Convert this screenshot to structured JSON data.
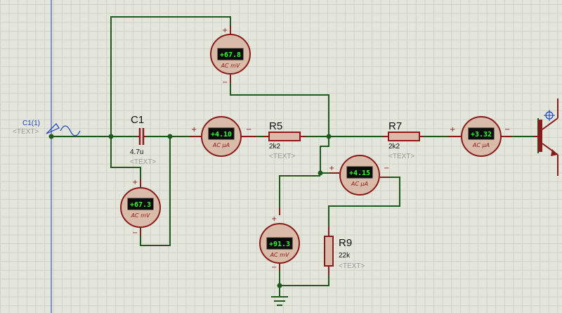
{
  "source": {
    "ref": "C1(1)",
    "placeholder": "<TEXT>"
  },
  "capacitor": {
    "ref": "C1",
    "value": "4.7u",
    "placeholder": "<TEXT>"
  },
  "resistors": [
    {
      "ref": "R5",
      "value": "2k2",
      "placeholder": "<TEXT>"
    },
    {
      "ref": "R7",
      "value": "2k2",
      "placeholder": "<TEXT>"
    },
    {
      "ref": "R9",
      "value": "22k",
      "placeholder": "<TEXT>"
    }
  ],
  "meters": [
    {
      "reading": "+67.8",
      "unit": "AC mV"
    },
    {
      "reading": "+4.10",
      "unit": "AC µA"
    },
    {
      "reading": "+67.3",
      "unit": "AC mV"
    },
    {
      "reading": "+4.15",
      "unit": "AC µA"
    },
    {
      "reading": "+91.3",
      "unit": "AC mV"
    },
    {
      "reading": "+3.32",
      "unit": "AC µA"
    }
  ],
  "signs": {
    "plus": "+",
    "minus": "−"
  },
  "colors": {
    "wire": "#1e5a1e",
    "component": "#8b1a1a",
    "lcd_text": "#2cff2c",
    "grid": "#cfd2c6",
    "background": "#e4e6dc",
    "probe_line": "#1a3fc0"
  }
}
